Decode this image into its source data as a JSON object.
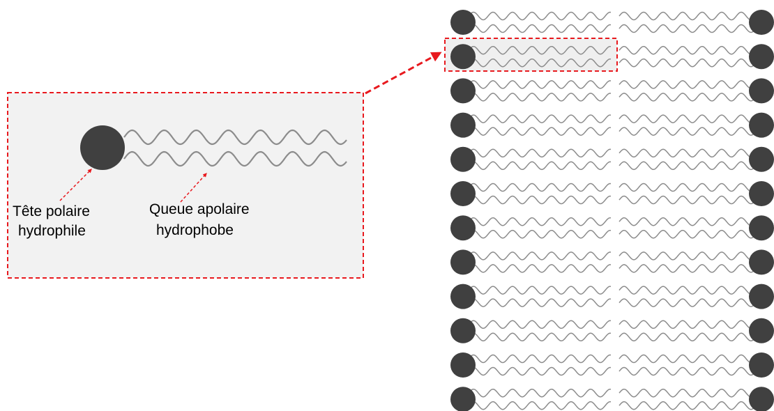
{
  "labels": {
    "head_line1": "Tête polaire",
    "head_line2": "hydrophile",
    "tail_line1": "Queue apolaire",
    "tail_line2": "hydrophobe"
  },
  "colors": {
    "head": "#404040",
    "tail": "#8c8c8c",
    "highlight": "#e8191e",
    "zoom_background": "#f2f2f2"
  },
  "membrane": {
    "rows": 12,
    "layers": 2
  }
}
